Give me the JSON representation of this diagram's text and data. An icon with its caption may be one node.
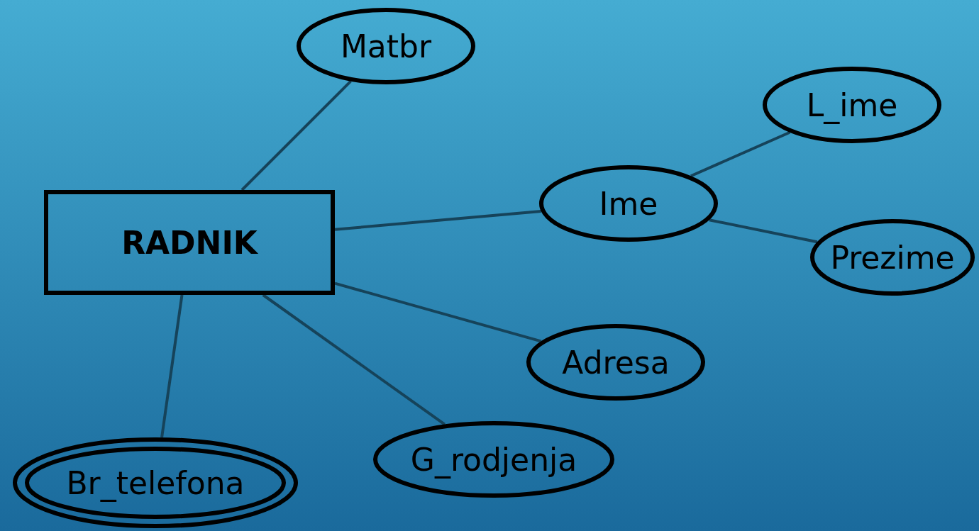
{
  "diagram": {
    "nodes": [
      {
        "text": [
          "Matbr"
        ]
      },
      {
        "text": [
          "L_ime"
        ]
      },
      {
        "text": [
          "Ime"
        ]
      },
      {
        "text": [
          "RADNIK"
        ]
      },
      {
        "text": [
          "Prezime"
        ]
      },
      {
        "text": [
          "Adresa"
        ]
      },
      {
        "text": [
          "G_rodjenja"
        ]
      },
      {
        "text": [
          "Br_telefona"
        ]
      }
    ],
    "edges": [
      {
        "from": 3,
        "to": 0,
        "arrow": "none"
      },
      {
        "from": 3,
        "to": 2,
        "arrow": "none"
      },
      {
        "from": 2,
        "to": 1,
        "arrow": "none"
      },
      {
        "from": 2,
        "to": 4,
        "arrow": "none"
      },
      {
        "from": 3,
        "to": 5,
        "arrow": "none"
      },
      {
        "from": 3,
        "to": 6,
        "arrow": "none"
      },
      {
        "from": 3,
        "to": 7,
        "arrow": "none"
      }
    ]
  }
}
